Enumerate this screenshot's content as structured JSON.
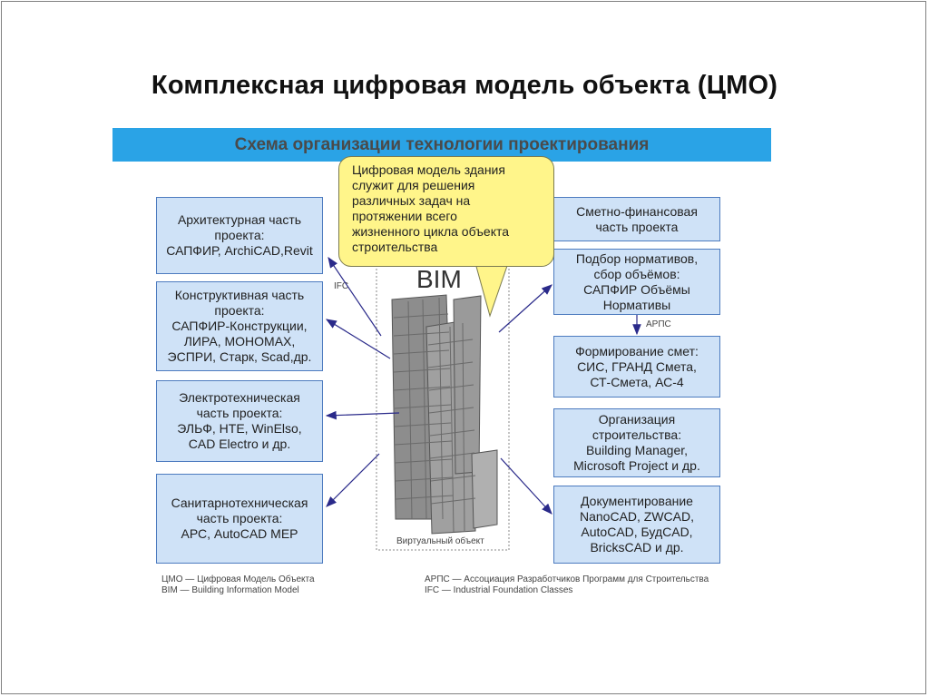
{
  "title": "Комплексная цифровая модель объекта (ЦМО)",
  "banner": "Схема организации технологии проектирования",
  "callout": "Цифровая модель здания\nслужит для решения\nразличных задач на\nпротяжении всего\nжизненного цикла объекта\nстроительства",
  "bim_label": "BIM",
  "ifc_label": "IFC",
  "arps_label": "АРПС",
  "virtual_label": "Виртуальный объект",
  "left_boxes": [
    "Архитектурная часть\nпроекта:\nСАПФИР, ArchiCAD,Revit",
    "Конструктивная часть\nпроекта:\nСАПФИР-Конструкции,\nЛИРА, МОНОМАХ,\nЭСПРИ, Старк, Scad,др.",
    "Электротехническая\nчасть проекта:\nЭЛЬФ, НТЕ, WinElso,\nCAD Electro и др.",
    "Санитарнотехническая\nчасть проекта:\nАРС, AutoCAD MEP"
  ],
  "right_boxes": [
    "Сметно-финансовая\nчасть проекта",
    "Подбор нормативов,\nсбор объёмов:\nСАПФИР Объёмы\nНормативы",
    "Формирование смет:\nСИС, ГРАНД Смета,\nСТ-Смета, АС-4",
    "Организация\nстроительства:\nBuilding Manager,\nMicrosoft Project и др.",
    "Документирование\nNanoCAD, ZWCAD,\nAutoCAD, БудCAD,\nBricksCAD и др."
  ],
  "legend_left": "ЦМО — Цифровая Модель Объекта\nBIM — Building Information Model",
  "legend_right": "АРПС — Ассоциация Разработчиков Программ для Строительства\nIFC — Industrial Foundation Classes"
}
